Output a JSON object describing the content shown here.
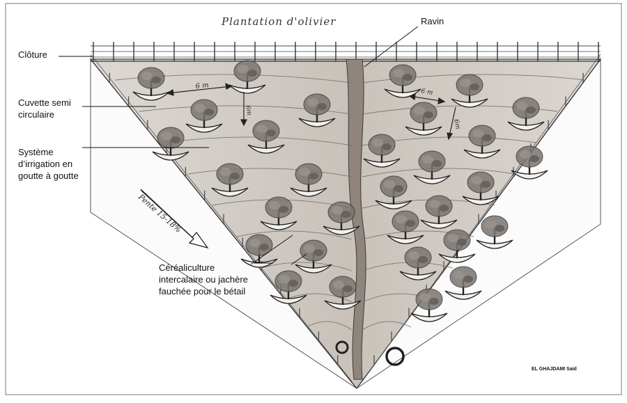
{
  "title": "Plantation d'olivier",
  "labels": {
    "ravin": "Ravin",
    "cloture": "Clôture",
    "cuvette": "Cuvette semi\ncirculaire",
    "irrigation": "Système\nd’irrigation en\ngoutte à goutte",
    "cereale": "Céréaliculture\nintercalaire ou jachère\nfauchée pour le bétail"
  },
  "dims": {
    "d1": "6 m",
    "d2": "6m",
    "d3": "6 m",
    "d4": "6m"
  },
  "slope": "Pente 15-18%",
  "signature": "EL GHAJDAMI Said",
  "colors": {
    "ink": "#3a3a3a",
    "shade": "#b9b2ab",
    "gully": "#8f857d",
    "canopy": "#7a7570"
  }
}
